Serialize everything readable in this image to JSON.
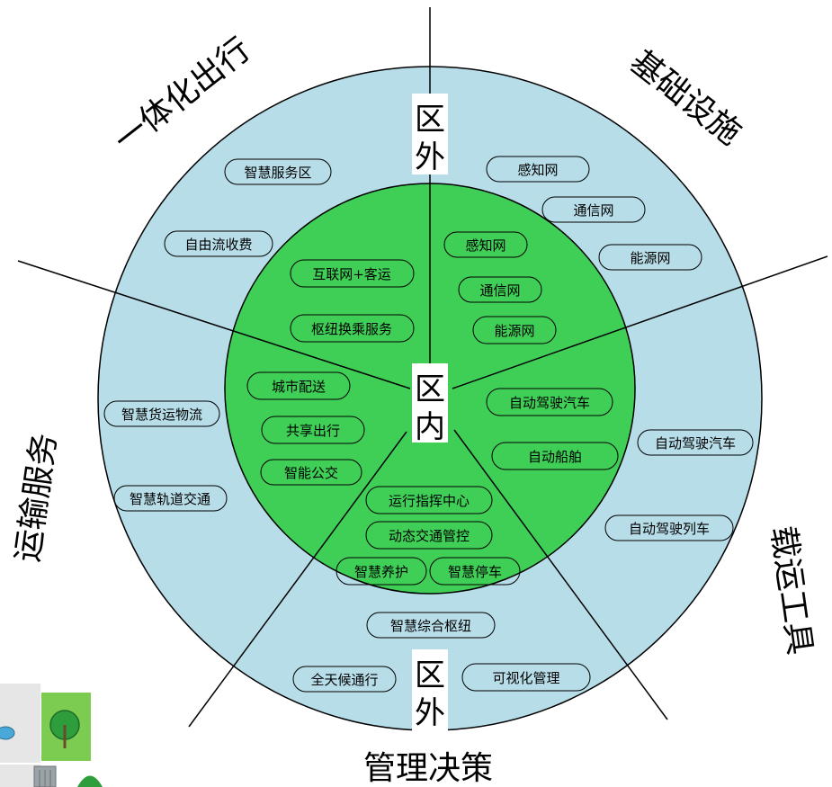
{
  "colors": {
    "outer_ring": "#b7dde8",
    "inner_circle": "#3fcf56",
    "stroke": "#000000",
    "tile_gray": "#e6e6e6",
    "tile_green": "#7dcc52",
    "tree": "#2e9e3c",
    "tree_trunk": "#6b4a2b",
    "building": "#9aa3a8"
  },
  "zone_labels": {
    "outer_top": "区外",
    "center": "区内",
    "outer_bottom": "区外"
  },
  "sectors": {
    "integrated_travel": "一体化出行",
    "infrastructure": "基础设施",
    "transport_service": "运输服务",
    "vehicles": "载运工具",
    "management": "管理决策"
  },
  "outer_items": [
    "智慧服务区",
    "自由流收费",
    "感知网",
    "通信网",
    "能源网",
    "智慧货运物流",
    "智慧轨道交通",
    "自动驾驶汽车",
    "自动驾驶列车",
    "智慧综合枢纽",
    "全天候通行",
    "可视化管理"
  ],
  "inner_items": [
    "互联网+客运",
    "枢纽换乘服务",
    "感知网",
    "通信网",
    "能源网",
    "城市配送",
    "共享出行",
    "智能公交",
    "自动驾驶汽车",
    "自动船舶",
    "运行指挥中心",
    "动态交通管控",
    "智慧养护",
    "智慧停车"
  ],
  "decoration": {
    "icon_names": [
      "road-tile-icon",
      "tree-icon",
      "building-icon"
    ]
  }
}
